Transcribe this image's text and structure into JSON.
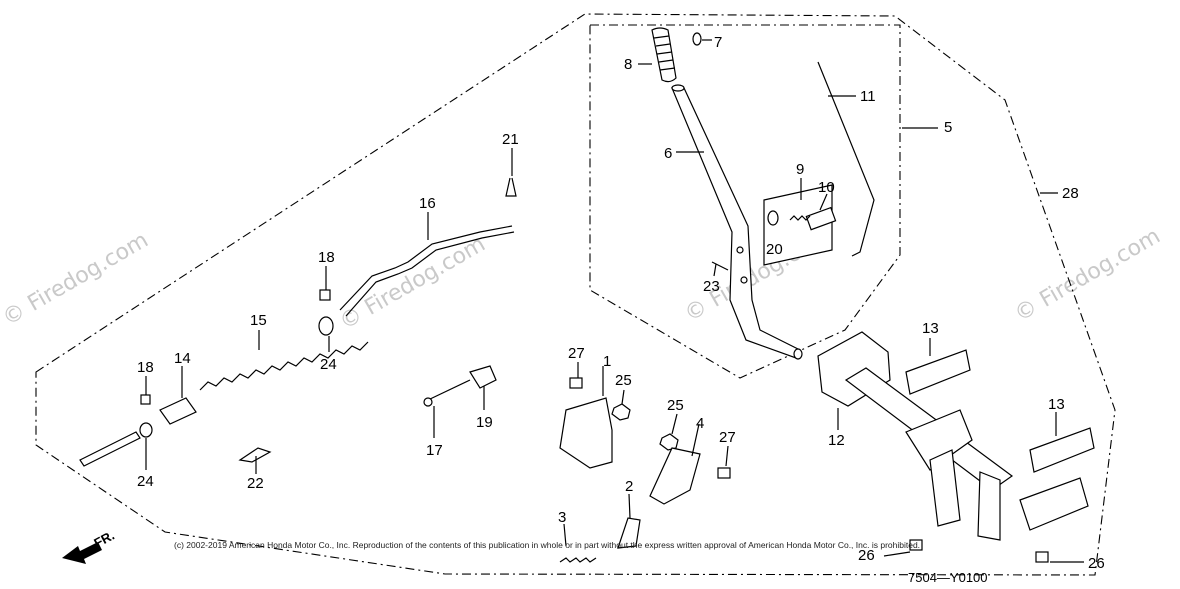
{
  "watermark": {
    "site": "© Firedog.com"
  },
  "copyright": "(c) 2002-2019 American Honda Motor Co., Inc. Reproduction of the contents of this publication in whole or in part without the express written approval of American Honda Motor Co., Inc. is prohibited.",
  "diagram_code": "7504—Y0100",
  "direction_label": "FR.",
  "parts": [
    {
      "id": "p1",
      "label": "1"
    },
    {
      "id": "p2",
      "label": "2"
    },
    {
      "id": "p3",
      "label": "3"
    },
    {
      "id": "p4",
      "label": "4"
    },
    {
      "id": "p5",
      "label": "5"
    },
    {
      "id": "p6",
      "label": "6"
    },
    {
      "id": "p7",
      "label": "7"
    },
    {
      "id": "p8",
      "label": "8"
    },
    {
      "id": "p9",
      "label": "9"
    },
    {
      "id": "p10",
      "label": "10"
    },
    {
      "id": "p11",
      "label": "11"
    },
    {
      "id": "p12",
      "label": "12"
    },
    {
      "id": "p13a",
      "label": "13"
    },
    {
      "id": "p13b",
      "label": "13"
    },
    {
      "id": "p14",
      "label": "14"
    },
    {
      "id": "p15",
      "label": "15"
    },
    {
      "id": "p16",
      "label": "16"
    },
    {
      "id": "p17",
      "label": "17"
    },
    {
      "id": "p18a",
      "label": "18"
    },
    {
      "id": "p18b",
      "label": "18"
    },
    {
      "id": "p19",
      "label": "19"
    },
    {
      "id": "p20",
      "label": "20"
    },
    {
      "id": "p21",
      "label": "21"
    },
    {
      "id": "p22",
      "label": "22"
    },
    {
      "id": "p23",
      "label": "23"
    },
    {
      "id": "p24a",
      "label": "24"
    },
    {
      "id": "p24b",
      "label": "24"
    },
    {
      "id": "p25a",
      "label": "25"
    },
    {
      "id": "p25b",
      "label": "25"
    },
    {
      "id": "p26a",
      "label": "26"
    },
    {
      "id": "p26b",
      "label": "26"
    },
    {
      "id": "p27a",
      "label": "27"
    },
    {
      "id": "p27b",
      "label": "27"
    },
    {
      "id": "p28",
      "label": "28"
    }
  ]
}
